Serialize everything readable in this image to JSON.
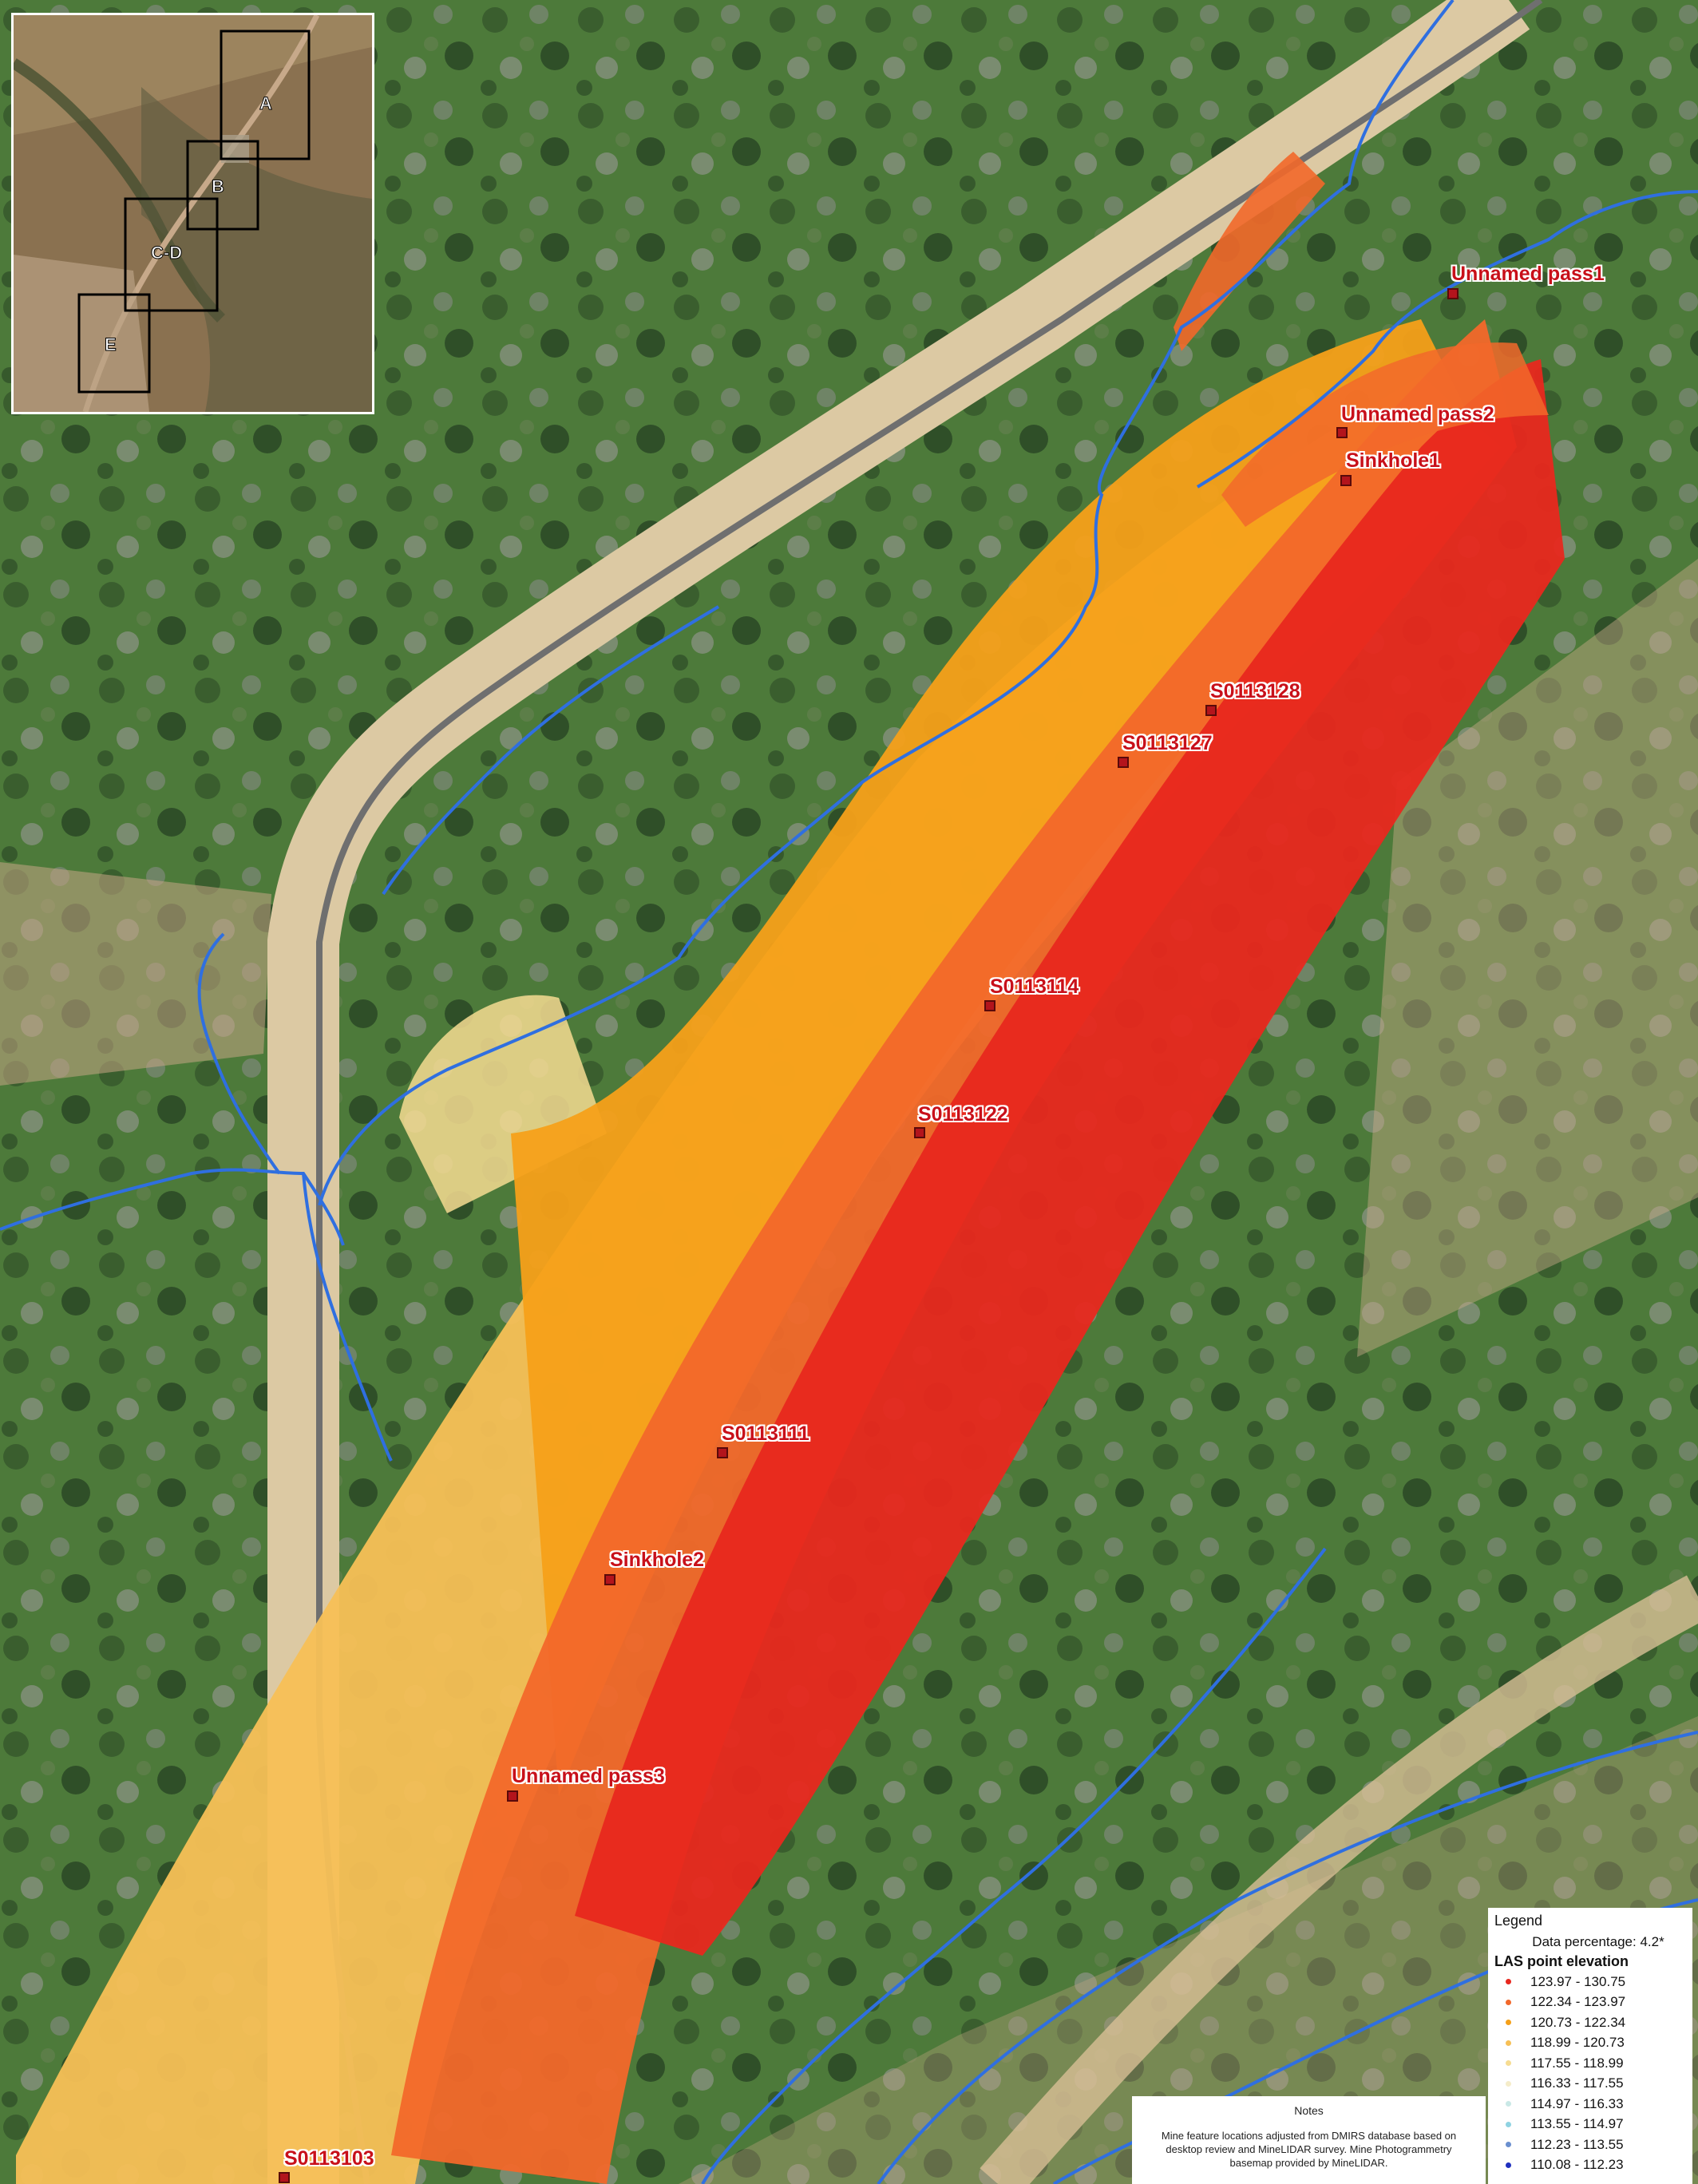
{
  "inset_labels": [
    "A",
    "B",
    "C-D",
    "E"
  ],
  "features": [
    {
      "name": "Unnamed pass1"
    },
    {
      "name": "Unnamed pass2"
    },
    {
      "name": "Sinkhole1"
    },
    {
      "name": "S0113128"
    },
    {
      "name": "S0113127"
    },
    {
      "name": "S0113114"
    },
    {
      "name": "S0113122"
    },
    {
      "name": "S0113111"
    },
    {
      "name": "Sinkhole2"
    },
    {
      "name": "Unnamed pass3"
    },
    {
      "name": "S0113103"
    }
  ],
  "legend": {
    "title": "Legend",
    "data_percentage": "Data percentage: 4.2*",
    "heading": "LAS point elevation",
    "classes": [
      {
        "range": "123.97 - 130.75",
        "color": "#e8281e"
      },
      {
        "range": "122.34 - 123.97",
        "color": "#f2682a"
      },
      {
        "range": "120.73 - 122.34",
        "color": "#f5a019"
      },
      {
        "range": "118.99 - 120.73",
        "color": "#f7c056"
      },
      {
        "range": "117.55 - 118.99",
        "color": "#f6dc92"
      },
      {
        "range": "116.33 - 117.55",
        "color": "#f5ecc9"
      },
      {
        "range": "114.97 - 116.33",
        "color": "#c9e8e6"
      },
      {
        "range": "113.55 - 114.97",
        "color": "#8fd3e2"
      },
      {
        "range": "112.23 - 113.55",
        "color": "#6a8fcf"
      },
      {
        "range": "110.08 - 112.23",
        "color": "#1f2fbf"
      }
    ]
  },
  "notes": {
    "title": "Notes",
    "text": "Mine feature locations adjusted from DMIRS database based on desktop review and MineLIDAR survey. Mine Photogrammetry basemap provided by MineLIDAR."
  },
  "colors": {
    "drainage": "#2f6fe0",
    "road": "#dcc9a3",
    "rail": "#6f6f6f",
    "vegetation": "#4d7a3a",
    "marker": "#b3141c"
  }
}
